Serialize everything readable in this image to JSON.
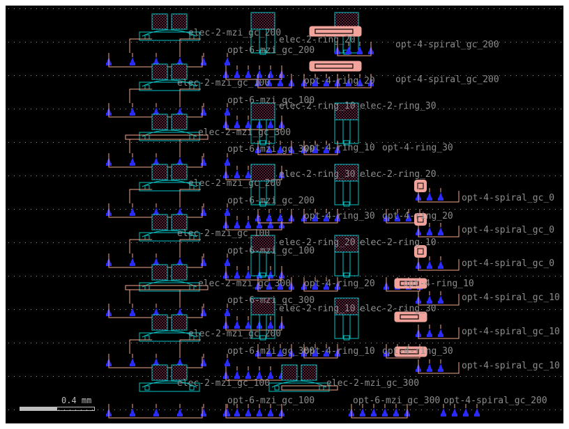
{
  "viewer": {
    "background": "#000000",
    "grid_color": "#9a9a9a",
    "wire_color": "#f4a68a",
    "pad_color": "#2a2cff",
    "pad_hatch_color": "#e04a8c",
    "wg_color": "#00c8c8",
    "ring_fill": "#f2a39b",
    "label_color": "#8c8c8c"
  },
  "scale_bar": {
    "label": "0.4 mm"
  },
  "labels": {
    "elec_mzi_200_a": "elec-2-mzi_gc_200",
    "elec_ring_20_a": "elec-2-ring_20",
    "opt_spiral_200_a": "opt-4-spiral_gc_200",
    "opt_mzi_200_a": "opt-6-mzi_gc_200",
    "elec_mzi_100_a": "elec-2-mzi_gc_100",
    "opt_ring_20_a": "opt-4-ring_20",
    "opt_spiral_200_b": "opt-4-spiral_gc_200",
    "opt_mzi_100_a": "opt-6-mzi_gc_100",
    "elec_ring_10_a": "elec-2-ring_10",
    "elec_ring_30_a": "elec-2-ring_30",
    "elec_mzi_300_a": "elec-2-mzi_gc_300",
    "opt_mzi_300_a": "opt-6-mzi_gc_300",
    "opt_ring_10_a": "opt-4-ring_10",
    "opt_ring_30_a": "opt-4-ring_30",
    "elec_ring_30_b": "elec-2-ring_30",
    "elec_ring_20_b": "elec-2-ring_20",
    "elec_mzi_200_b": "elec-2-mzi_gc_200",
    "opt_spiral_0_a": "opt-4-spiral_gc_0",
    "opt_mzi_200_b": "opt-6-mzi_gc_200",
    "opt_ring_30_b": "opt-4-ring_30",
    "opt_ring_20_b": "opt-4-ring_20",
    "elec_mzi_100_b": "elec-2-mzi_gc_100",
    "opt_spiral_0_b": "opt-4-spiral_gc_0",
    "elec_ring_20_c": "elec-2-ring_20",
    "elec_ring_10_b": "elec-2-ring_10",
    "opt_mzi_100_b": "opt-6-mzi_gc_100",
    "opt_spiral_0_c": "opt-4-spiral_gc_0",
    "elec_mzi_300_b": "elec-2-mzi_gc_300",
    "opt_ring_20_c": "opt-4-ring_20",
    "opt_ring_10_b": "opt-4-ring_10",
    "opt_spiral_10_a": "opt-4-spiral_gc_10",
    "opt_mzi_300_b": "opt-6-mzi_gc_300",
    "elec_ring_10_c": "elec-2-ring_10",
    "elec_ring_30_c": "elec-2-ring_30",
    "elec_mzi_200_c": "elec-2-mzi_gc_200",
    "opt_spiral_10_b": "opt-4-spiral_gc_10",
    "opt_mzi_300_c": "opt-6-mzi_gc_300",
    "opt_ring_10_c": "opt-4-ring_10",
    "opt_ring_30_c": "opt-4-ring_30",
    "opt_spiral_10_c": "opt-4-spiral_gc_10",
    "elec_mzi_100_c": "elec-2-mzi_gc_100",
    "elec_mzi_300_c": "elec-2-mzi_gc_300",
    "opt_mzi_100_c": "opt-6-mzi_gc_100",
    "opt_mzi_300_d": "opt-6-mzi_gc_300",
    "opt_spiral_200_c": "opt-4-spiral_gc_200"
  }
}
